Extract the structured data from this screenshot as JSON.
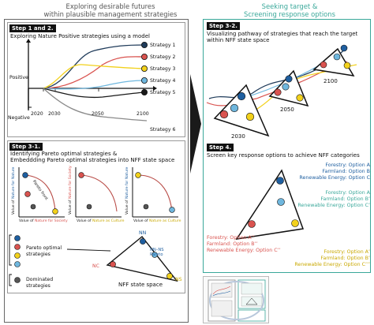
{
  "header": {
    "left_line1": "Exploring desirable futures",
    "left_line2": "within plausible management strategies",
    "right_line1": "Seeking target &",
    "right_line2": "Screening response options"
  },
  "step12": {
    "tag": "Step 1 and 2.",
    "text": "Exploring Nature Positive strategies using a model",
    "positive": "Positive",
    "negative": "Negative",
    "years": [
      "2020",
      "2030",
      "2050",
      "2100"
    ],
    "strategies": [
      "Strategy 1",
      "Strategy 2",
      "Strategy 3",
      "Strategy 4",
      "Strategy 5",
      "Strategy 6"
    ]
  },
  "step31": {
    "tag": "Step 3-1.",
    "text_line1": "Identifying Pareto optimal strategies &",
    "text_line2": "Embeddding Pareto optimal strategies into NFF state space",
    "pareto_front": "Pareto front",
    "plots": [
      {
        "xlabel_pre": "Value of ",
        "xlabel_hi": "Nature for Society",
        "ylabel_pre": "Value of ",
        "ylabel_hi": "Nature for Nature"
      },
      {
        "xlabel_pre": "Value of ",
        "xlabel_hi": "Nature as Culture",
        "ylabel_pre": "Value of ",
        "ylabel_hi": "Nature for Society"
      },
      {
        "xlabel_pre": "Value of ",
        "xlabel_hi": "Nature as Culture",
        "ylabel_pre": "Value of ",
        "ylabel_hi": "Nature for Nature"
      }
    ]
  },
  "legend": {
    "pareto": "Pareto optimal strategies",
    "dominated": "Dominated strategies"
  },
  "nff": {
    "title": "NFF state space",
    "nn": "NN",
    "nn_ns_line1": "NN–NS",
    "nn_ns_line2": "Pareto",
    "nc": "NC",
    "ns": "NS"
  },
  "step32": {
    "tag": "Step 3-2.",
    "text_line1": "Visualizing pathway of strategies that reach the target",
    "text_line2": "within NFF state space",
    "years": [
      "2030",
      "2050",
      "2100"
    ]
  },
  "step4": {
    "tag": "Step 4.",
    "text": "Screen key response options to achieve NFF categories",
    "blue_options": [
      "Forestry: Option A",
      "Farmland: Option B",
      "Renewable Energy: Option C"
    ],
    "teal_options": [
      "Forestry: Option A",
      "Farmland: Option B’",
      "Renewable Energy: Option C’"
    ],
    "red_options": [
      "Forestry: Option A’’",
      "Farmland: Option B’’",
      "Renewable Energy: Option C’’"
    ],
    "yellow_options": [
      "Forestry: Option A’",
      "Farmland: Option B’",
      "Renewable Energy: Option C’’’"
    ]
  },
  "colors": {
    "s1": "#1f3b5a",
    "s2": "#d9534f",
    "s3": "#f2d11c",
    "s4": "#6fb7de",
    "s5": "#1a1a1a",
    "s6": "#8a8a8a",
    "pareto_curve": "#b84a45",
    "teal": "#3aa89a",
    "nn": "#1f5fa0",
    "nc": "#d9534f",
    "ns": "#c9a800"
  }
}
